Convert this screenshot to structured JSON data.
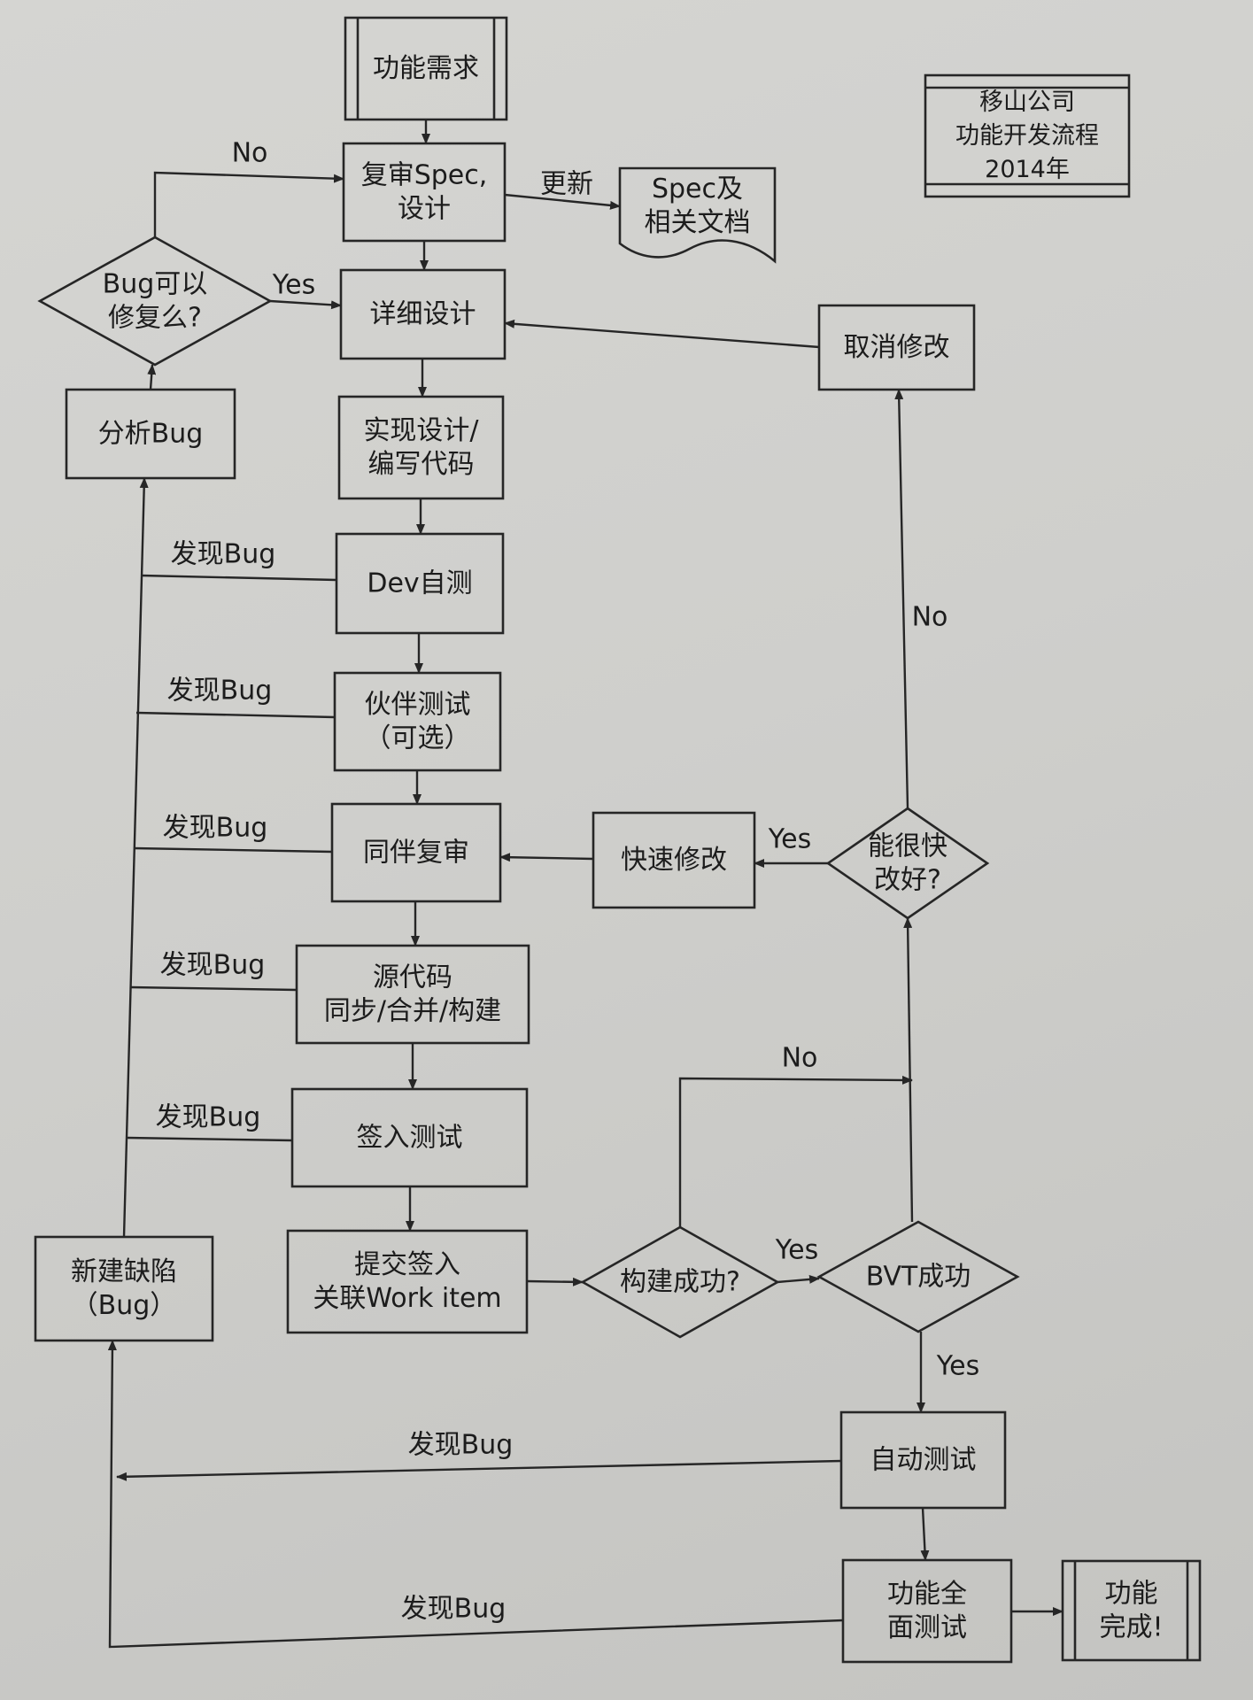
{
  "title_box": [
    "移山公司",
    "功能开发流程",
    "2014年"
  ],
  "nodes": {
    "requirement": [
      "功能需求"
    ],
    "review_spec": [
      "复审Spec,",
      "设计"
    ],
    "spec_docs": [
      "Spec及",
      "相关文档"
    ],
    "bug_fixable": [
      "Bug可以",
      "修复么?"
    ],
    "detailed_design": [
      "详细设计"
    ],
    "cancel_change": [
      "取消修改"
    ],
    "analyze_bug": [
      "分析Bug"
    ],
    "implement": [
      "实现设计/",
      "编写代码"
    ],
    "dev_test": [
      "Dev自测"
    ],
    "buddy_test": [
      "伙伴测试",
      "（可选）"
    ],
    "peer_review": [
      "同伴复审"
    ],
    "quick_fix": [
      "快速修改"
    ],
    "fix_quickly": [
      "能很快",
      "改好?"
    ],
    "source_sync": [
      "源代码",
      "同步/合并/构建"
    ],
    "checkin_test": [
      "签入测试"
    ],
    "submit_checkin": [
      "提交签入",
      "关联Work item"
    ],
    "new_bug": [
      "新建缺陷",
      "（Bug）"
    ],
    "build_ok": [
      "构建成功?"
    ],
    "bvt_ok": [
      "BVT成功"
    ],
    "auto_test": [
      "自动测试"
    ],
    "full_test": [
      "功能全",
      "面测试"
    ],
    "done": [
      "功能",
      "完成!"
    ]
  },
  "edge_labels": {
    "update": "更新",
    "no": "No",
    "yes": "Yes",
    "found_bug": "发现Bug"
  }
}
